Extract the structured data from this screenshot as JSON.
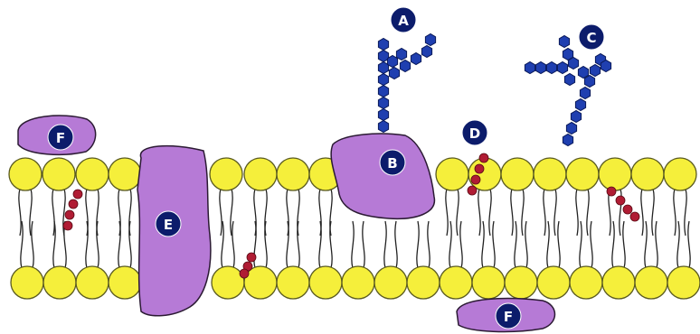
{
  "colors": {
    "head_fill": "#f5ef3b",
    "head_stroke": "#5a5a20",
    "tail_stroke": "#222222",
    "protein_fill": "#b67ad6",
    "protein_stroke": "#2b1a33",
    "carb_fill": "#1f3fb0",
    "carb_stroke": "#0a1a5a",
    "cholesterol_fill": "#b01c34",
    "label_fill": "#0c1c6b",
    "label_text": "#ffffff"
  },
  "labels": {
    "a": "A",
    "b": "B",
    "c": "C",
    "d": "D",
    "e": "E",
    "f_top": "F",
    "f_bottom": "F"
  },
  "icons": {
    "glycoprotein_chain": "hexagon-chain",
    "glycolipid_chain": "hexagon-chain",
    "cholesterol": "red-bead-chain"
  }
}
